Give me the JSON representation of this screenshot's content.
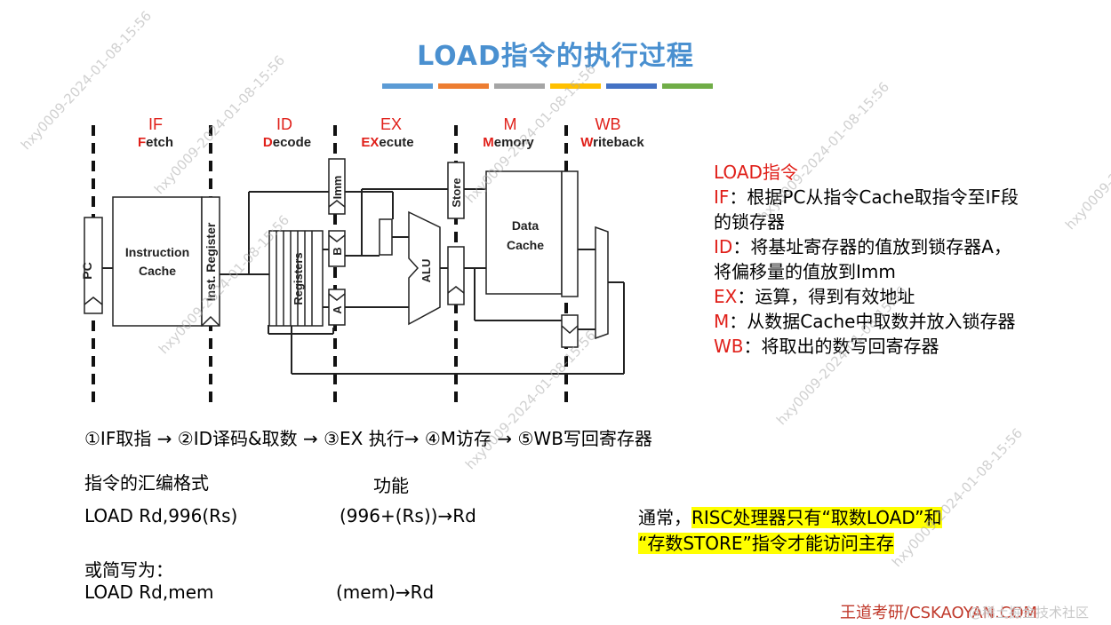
{
  "title": "LOAD指令的执行过程",
  "title_bar_colors": [
    "#5b9bd5",
    "#ed7d31",
    "#a5a5a5",
    "#ffc000",
    "#4472c4",
    "#70ad47"
  ],
  "diagram": {
    "stages": [
      {
        "abbr": "IF",
        "initial": "F",
        "rest": "etch"
      },
      {
        "abbr": "ID",
        "initial": "D",
        "rest": "ecode"
      },
      {
        "abbr": "EX",
        "initial": "EX",
        "rest": "ecute"
      },
      {
        "abbr": "M",
        "initial": "M",
        "rest": "emory"
      },
      {
        "abbr": "WB",
        "initial": "W",
        "rest": "riteback"
      }
    ],
    "pc": "PC",
    "icache_line1": "Instruction",
    "icache_line2": "Cache",
    "inst_reg": "Inst. Register",
    "registers": "Registers",
    "imm": "Imm",
    "b": "B",
    "a": "A",
    "alu": "ALU",
    "store": "Store",
    "dcache_line1": "Data",
    "dcache_line2": "Cache"
  },
  "side": {
    "heading": "LOAD指令",
    "lines": [
      {
        "tag": "IF",
        "sep": "：",
        "text": "根据PC从指令Cache取指令至IF段"
      },
      {
        "tag": "",
        "sep": "",
        "text": "的锁存器"
      },
      {
        "tag": "ID",
        "sep": "：",
        "text": "将基址寄存器的值放到锁存器A，"
      },
      {
        "tag": "",
        "sep": "",
        "text": "将偏移量的值放到Imm"
      },
      {
        "tag": "EX",
        "sep": "：",
        "text": "运算，得到有效地址"
      },
      {
        "tag": "M",
        "sep": "：",
        "text": "从数据Cache中取数并放入锁存器"
      },
      {
        "tag": "WB",
        "sep": "：",
        "text": "将取出的数写回寄存器"
      }
    ]
  },
  "steps": "①IF取指 → ②ID译码&取数 → ③EX 执行→ ④M访存 → ⑤WB写回寄存器",
  "asm_header": "指令的汇编格式",
  "func_header": "功能",
  "asm1": "LOAD  Rd,996(Rs)",
  "func1": "(996+(Rs))→Rd",
  "alt_label": "或简写为：",
  "asm2": "LOAD  Rd,mem",
  "func2": "(mem)→Rd",
  "note": {
    "line1_plain": "通常，",
    "line1_hl": "RISC处理器只有“取数LOAD”和",
    "line2_hl": "“存数STORE”指令才能访问主存"
  },
  "brand": "王道考研/CSKAOYAN.COM",
  "faint_label": "@稀土掘金技术社区",
  "watermark_text": "hxy0009-2024-01-08-15:56"
}
